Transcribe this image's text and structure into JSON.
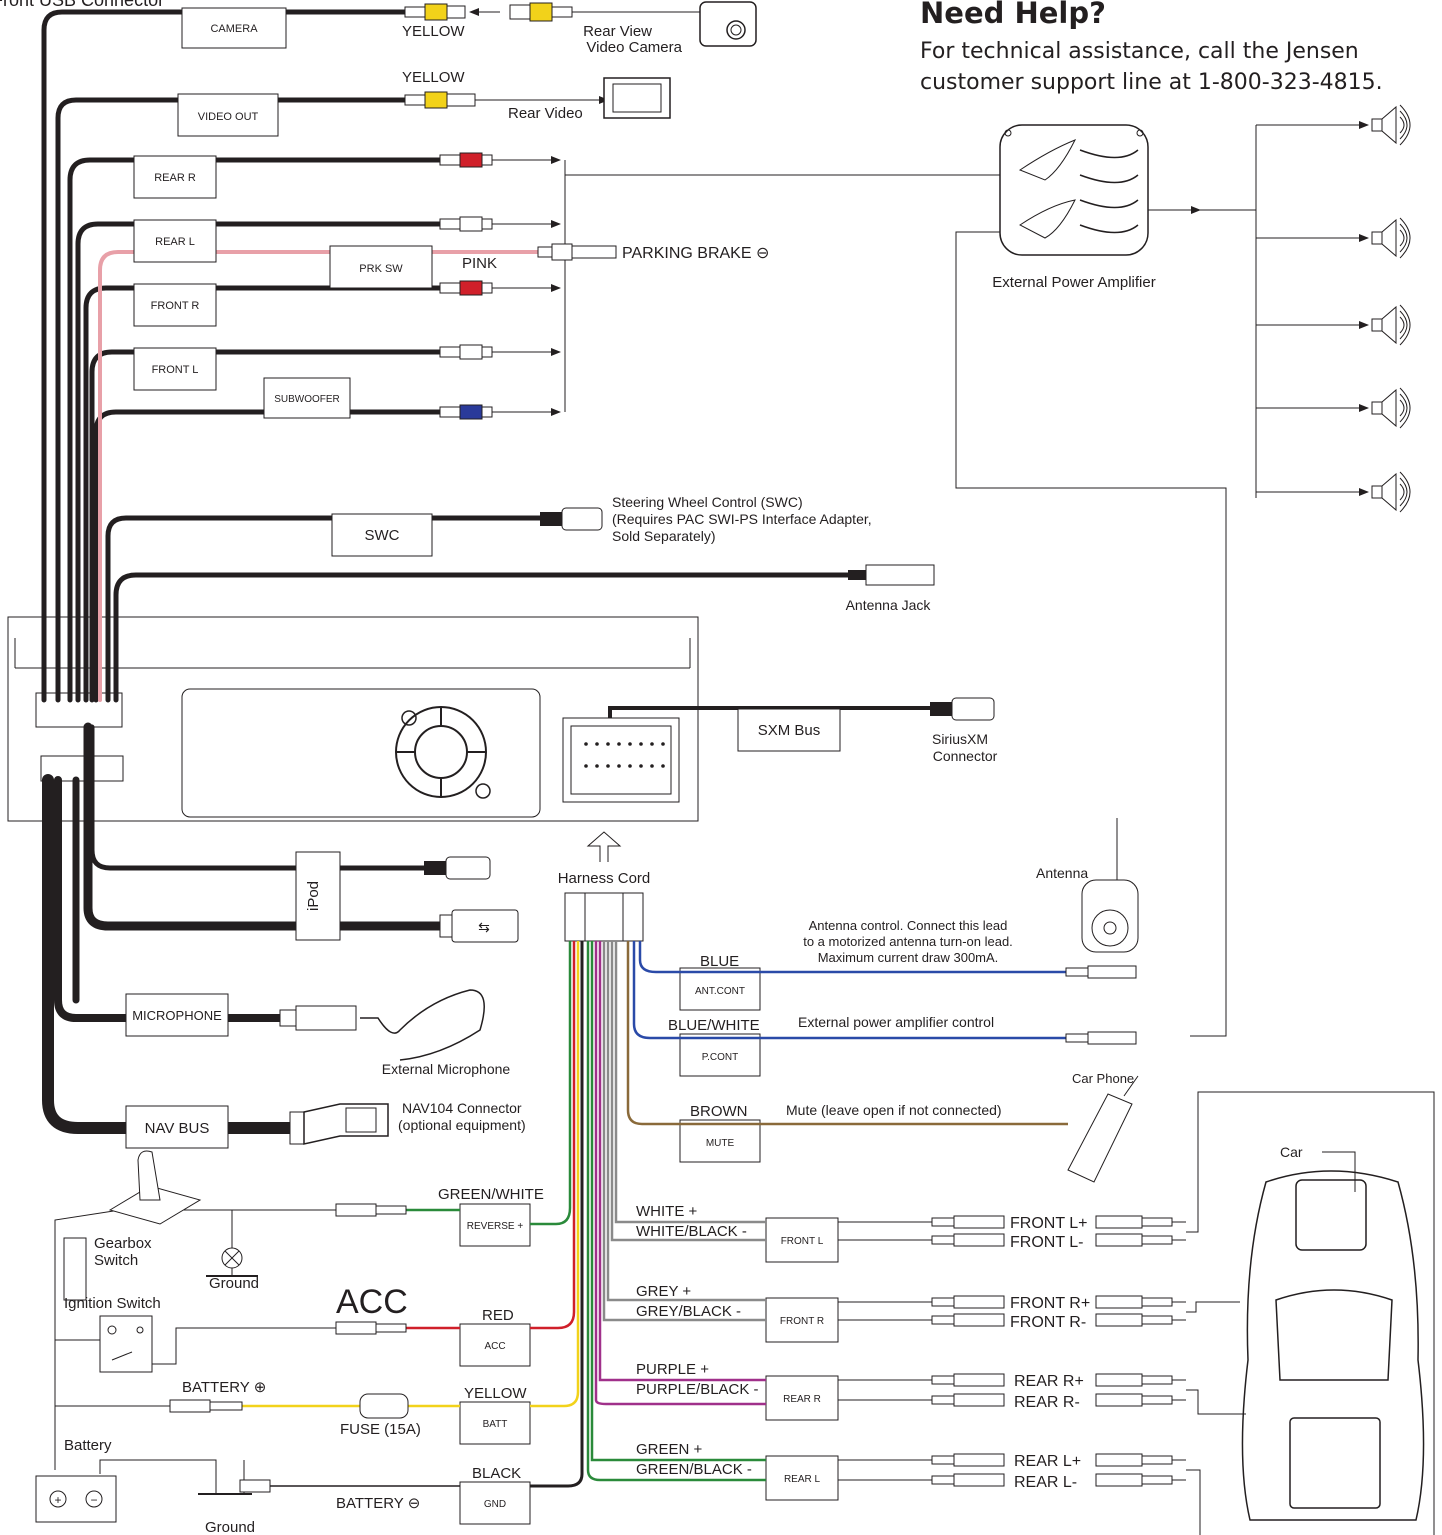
{
  "help": {
    "title": "Need Help?",
    "body": "For technical assistance, call the Jensen customer support line at 1-800-323-4815."
  },
  "top_cut_label": "Front USB Connector",
  "boxes": {
    "camera": "CAMERA",
    "video_out": "VIDEO OUT",
    "rear_r": "REAR R",
    "rear_l": "REAR L",
    "front_r": "FRONT R",
    "front_l": "FRONT L",
    "subwoofer": "SUBWOOFER",
    "prk_sw": "PRK SW",
    "swc": "SWC",
    "sxm_bus": "SXM Bus",
    "ipod": "iPod",
    "microphone": "MICROPHONE",
    "nav_bus": "NAV BUS",
    "ant_cont": "ANT.CONT",
    "p_cont": "P.CONT",
    "mute": "MUTE",
    "reverse": "REVERSE +",
    "acc": "ACC",
    "batt": "BATT",
    "gnd": "GND",
    "spk_front_l": "FRONT L",
    "spk_front_r": "FRONT R",
    "spk_rear_r": "REAR R",
    "spk_rear_l": "REAR L"
  },
  "labels": {
    "yellow_camera": "YELLOW",
    "rear_view_camera_1": "Rear View",
    "rear_view_camera_2": "Video Camera",
    "yellow_video": "YELLOW",
    "rear_video": "Rear Video",
    "external_amp": "External Power Amplifier",
    "pink": "PINK",
    "parking_brake": "PARKING BRAKE",
    "swc_1": "Steering Wheel Control (SWC)",
    "swc_2": "(Requires PAC SWI-PS Interface Adapter,",
    "swc_3": "Sold Separately)",
    "antenna_jack": "Antenna Jack",
    "siriusxm_1": "SiriusXM",
    "siriusxm_2": "Connector",
    "harness_cord": "Harness Cord",
    "antenna": "Antenna",
    "ant_note_1": "Antenna control. Connect this lead",
    "ant_note_2": "to a motorized antenna turn-on lead.",
    "ant_note_3": "Maximum current draw 300mA.",
    "blue": "BLUE",
    "blue_white": "BLUE/WHITE",
    "amp_control": "External power amplifier control",
    "car_phone": "Car Phone",
    "brown": "BROWN",
    "mute_note": "Mute (leave open if not connected)",
    "nav_1": "NAV104 Connector",
    "nav_2": "(optional equipment)",
    "external_mic": "External Microphone",
    "car": "Car",
    "green_white": "GREEN/WHITE",
    "gearbox_1": "Gearbox",
    "gearbox_2": "Switch",
    "ground_1": "Ground",
    "ignition": "Ignition Switch",
    "acc_big": "ACC",
    "red": "RED",
    "battery_plus": "BATTERY",
    "yellow_batt": "YELLOW",
    "fuse": "FUSE (15A)",
    "battery": "Battery",
    "black": "BLACK",
    "battery_minus": "BATTERY",
    "ground_2": "Ground",
    "white_plus": "WHITE +",
    "white_black": "WHITE/BLACK -",
    "grey_plus": "GREY +",
    "grey_black": "GREY/BLACK -",
    "purple_plus": "PURPLE +",
    "purple_black": "PURPLE/BLACK -",
    "green_plus": "GREEN +",
    "green_black": "GREEN/BLACK -",
    "front_lp": "FRONT L+",
    "front_lm": "FRONT L-",
    "front_rp": "FRONT R+",
    "front_rm": "FRONT R-",
    "rear_rp": "REAR R+",
    "rear_rm": "REAR R-",
    "rear_lp": "REAR L+",
    "rear_lm": "REAR L-"
  },
  "colors": {
    "pink_wire": "#e8a0a8",
    "red_wire": "#d0202a",
    "yellow_wire": "#f2d21a",
    "blue_wire": "#2a4aa8",
    "brown_wire": "#8a6a3a",
    "green_wire": "#2a8a3a",
    "purple_wire": "#a0308a",
    "grey_wire": "#8a8a8a",
    "rca_red": "#d0202a",
    "rca_blue": "#2a3a9a",
    "rca_yellow": "#f2d21a"
  }
}
